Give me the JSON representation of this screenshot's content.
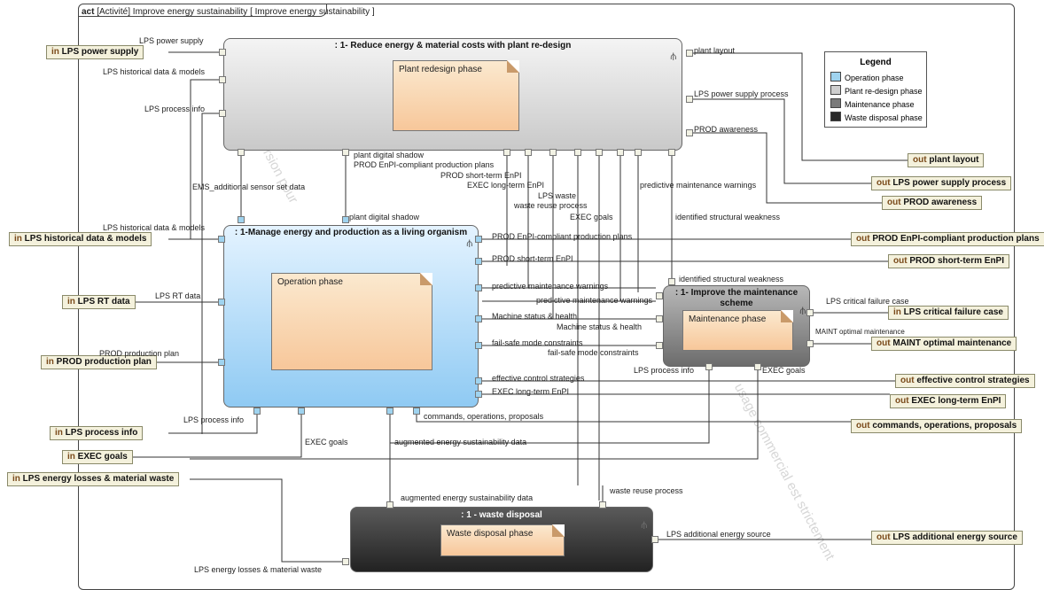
{
  "frame": {
    "kind": "act",
    "title": "[Activité] Improve energy sustainability [ Improve energy sustainability ]"
  },
  "actions": {
    "plant": {
      "title": ": 1- Reduce energy & material costs with plant re-design",
      "note": "Plant redesign phase"
    },
    "manage": {
      "title": ": 1-Manage energy and production as a living organism",
      "note": "Operation phase"
    },
    "maint": {
      "title": ": 1- Improve the maintenance scheme",
      "note": "Maintenance phase"
    },
    "waste": {
      "title": ": 1 - waste disposal",
      "note": "Waste disposal phase"
    }
  },
  "inputs": [
    {
      "kw": "in",
      "name": "LPS power supply"
    },
    {
      "kw": "in",
      "name": "LPS historical data & models"
    },
    {
      "kw": "in",
      "name": "LPS RT data"
    },
    {
      "kw": "in",
      "name": "PROD production plan"
    },
    {
      "kw": "in",
      "name": "LPS critical failure case"
    },
    {
      "kw": "in",
      "name": "LPS process info"
    },
    {
      "kw": "in",
      "name": "EXEC goals"
    },
    {
      "kw": "in",
      "name": "LPS energy losses & material waste"
    }
  ],
  "outputs": [
    {
      "kw": "out",
      "name": "plant layout"
    },
    {
      "kw": "out",
      "name": "LPS power supply process"
    },
    {
      "kw": "out",
      "name": "PROD awareness"
    },
    {
      "kw": "out",
      "name": "PROD EnPI-compliant production plans"
    },
    {
      "kw": "out",
      "name": "PROD short-term EnPI"
    },
    {
      "kw": "out",
      "name": "MAINT optimal maintenance"
    },
    {
      "kw": "out",
      "name": "effective control strategies"
    },
    {
      "kw": "out",
      "name": "EXEC long-term EnPI"
    },
    {
      "kw": "out",
      "name": "commands, operations, proposals"
    },
    {
      "kw": "out",
      "name": "LPS additional energy source"
    }
  ],
  "labels": {
    "l1": "LPS power supply",
    "l2": "LPS historical data & models",
    "l3": "LPS process info",
    "l4": "plant layout",
    "l5": "LPS power supply process",
    "l6": "PROD awareness",
    "l7": "plant digital shadow",
    "l8": "PROD EnPI-compliant production plans",
    "l9": "PROD short-term EnPI",
    "l10": "EXEC long-term EnPI",
    "l11": "LPS waste",
    "l12": "waste reuse process",
    "l13": "EXEC goals",
    "l14": "EMS_additional sensor set data",
    "l15": "plant digital shadow",
    "l16": "predictive maintenance warnings",
    "l17": "identified structural weakness",
    "l18": "LPS historical data & models",
    "l19": "LPS RT data",
    "l20": "PROD production plan",
    "l21": "PROD EnPI-compliant production plans",
    "l22": "PROD short-term EnPI",
    "l23": "predictive maintenance warnings",
    "l24": "predictive maintenance warnings",
    "l25": "Machine status & health",
    "l26": "Machine status & health",
    "l27": "fail-safe mode constraints",
    "l28": "fail-safe mode constraints",
    "l29": "effective control strategies",
    "l30": "EXEC long-term EnPI",
    "l31": "identified structural weakness",
    "l32": "LPS critical failure case",
    "l33": "MAINT optimal maintenance",
    "l34": "LPS process info",
    "l35": "EXEC goals",
    "l36": "LPS process info",
    "l37": "commands, operations, proposals",
    "l38": "EXEC goals",
    "l39": "augmented energy sustainability data",
    "l40": "augmented energy sustainability data",
    "l41": "waste reuse process",
    "l42": "LPS energy losses & material waste",
    "l43": "LPS additional energy source"
  },
  "legend": {
    "title": "Legend",
    "items": [
      {
        "label": "Operation phase",
        "color": "#9fd3ef"
      },
      {
        "label": "Plant re-design phase",
        "color": "#cfcfcf"
      },
      {
        "label": "Maintenance phase",
        "color": "#7a7a7a"
      },
      {
        "label": "Waste disposal phase",
        "color": "#2a2a2a"
      }
    ]
  },
  "fork_icon": "fork-icon"
}
